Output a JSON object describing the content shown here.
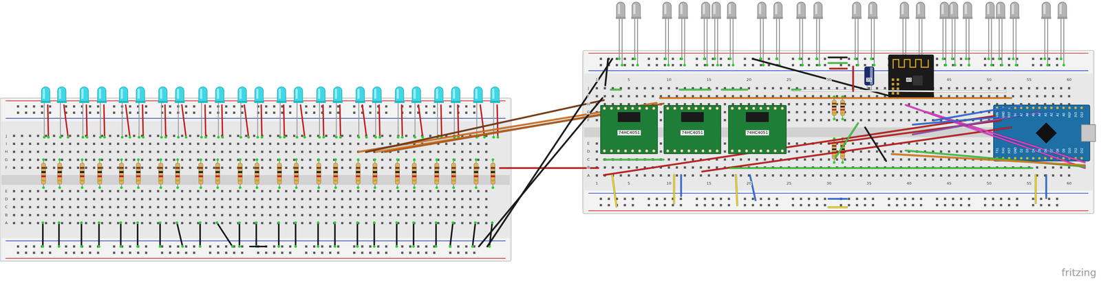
{
  "diagram": {
    "nodes": [
      {
        "text": [
          "74HC4051"
        ]
      },
      {
        "text": [
          "74HC4051"
        ]
      },
      {
        "text": [
          "74HC4051"
        ]
      }
    ],
    "labels": [
      "1",
      "5",
      "10",
      "15",
      "20",
      "25",
      "30",
      "35",
      "40",
      "45",
      "50",
      "55",
      "60",
      "1",
      "5",
      "10",
      "15",
      "20",
      "25",
      "30",
      "35",
      "40",
      "45",
      "50",
      "55",
      "60",
      "J",
      "I",
      "H",
      "G",
      "F",
      "E",
      "D",
      "C",
      "B",
      "A",
      "J",
      "I",
      "H",
      "G",
      "F",
      "E",
      "D",
      "C",
      "B",
      "A",
      "VIN",
      "GND",
      "RST",
      "5V",
      "A7",
      "A6",
      "A5",
      "A4",
      "A3",
      "A2",
      "A1",
      "A0",
      "REF",
      "3V3",
      "D13",
      "TX1",
      "RX0",
      "RST",
      "GND",
      "D2",
      "D3",
      "D4",
      "D5",
      "D6",
      "D7",
      "D8",
      "D9",
      "D10",
      "D11",
      "D12",
      "fritzing"
    ]
  }
}
